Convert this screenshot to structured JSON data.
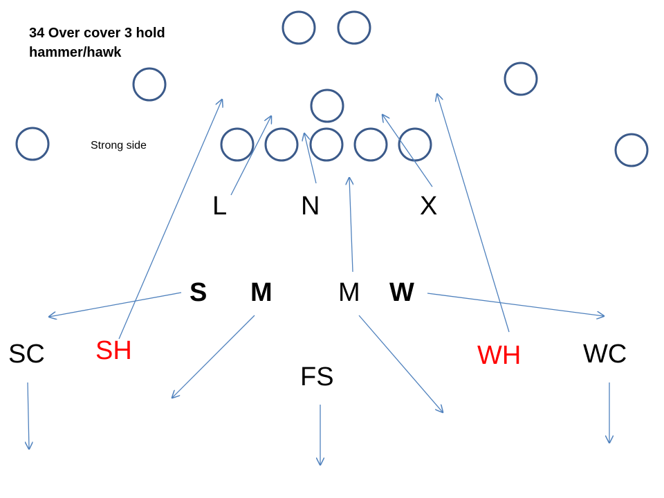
{
  "title_line1": "34 Over cover 3 hold",
  "title_line2": "hammer/hawk",
  "note": "Strong side",
  "colors": {
    "offense_circle": "#3b5a8a",
    "route_line": "#4f81bd",
    "highlight_text": "#ff0000",
    "text": "#000000"
  },
  "defenders": {
    "L": "L",
    "N": "N",
    "X": "X",
    "S": "S",
    "M_strong": "M",
    "M_weak": "M",
    "W": "W",
    "SC": "SC",
    "SH": "SH",
    "FS": "FS",
    "WH": "WH",
    "WC": "WC"
  }
}
